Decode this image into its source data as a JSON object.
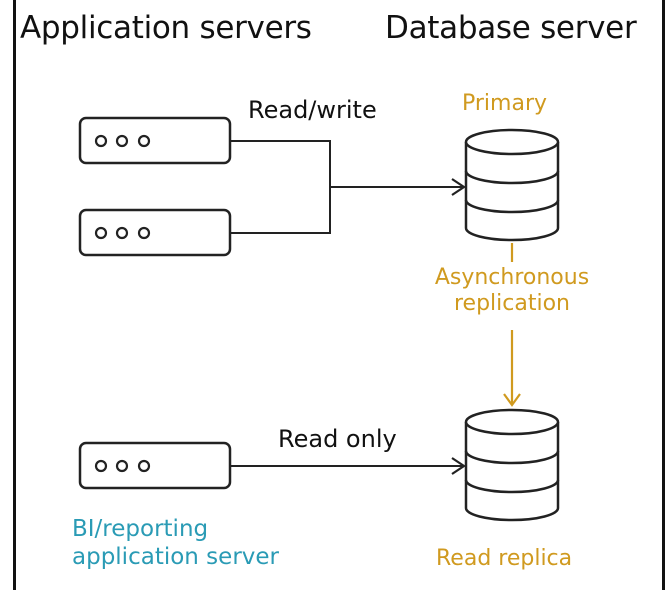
{
  "headings": {
    "app_servers": "Application servers",
    "db_server": "Database server"
  },
  "servers": [
    {
      "id": "app-server-1",
      "dots": "ooo"
    },
    {
      "id": "app-server-2",
      "dots": "ooo"
    },
    {
      "id": "bi-server",
      "dots": "ooo"
    }
  ],
  "edges": {
    "read_write": "Read/write",
    "read_only": "Read only",
    "replication_line1": "Asynchronous",
    "replication_line2": "replication"
  },
  "databases": {
    "primary": "Primary",
    "replica": "Read replica"
  },
  "bi_label_line1": "BI/reporting",
  "bi_label_line2": "application server",
  "colors": {
    "text": "#111111",
    "replication": "#d09a1f",
    "bi_label": "#2a9bb5"
  }
}
